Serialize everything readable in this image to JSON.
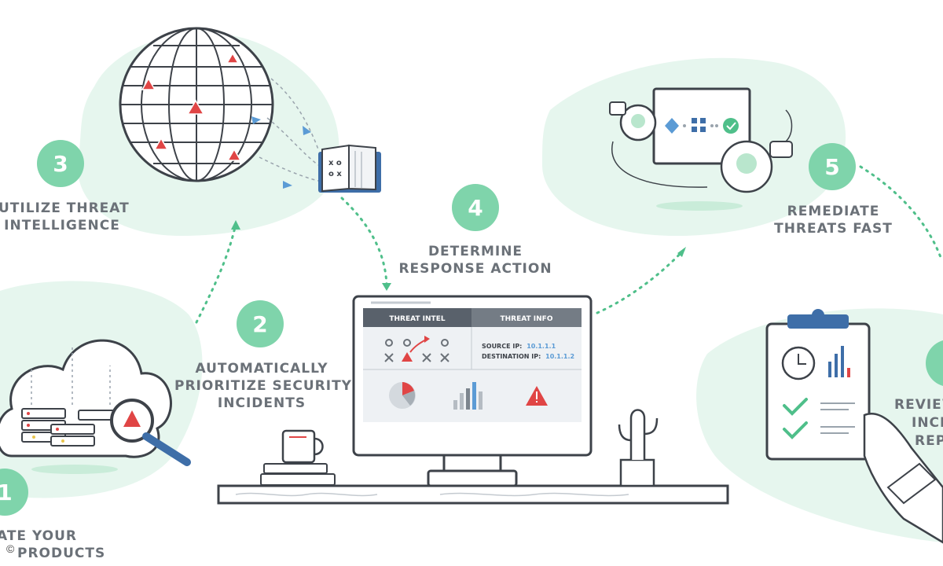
{
  "steps": [
    {
      "number": "1",
      "lines": [
        "ATE YOUR",
        "PRODUCTS"
      ]
    },
    {
      "number": "2",
      "lines": [
        "AUTOMATICALLY",
        "PRIORITIZE SECURITY",
        "INCIDENTS"
      ]
    },
    {
      "number": "3",
      "lines": [
        "UTILIZE THREAT",
        "INTELLIGENCE"
      ]
    },
    {
      "number": "4",
      "lines": [
        "DETERMINE",
        "RESPONSE ACTION"
      ]
    },
    {
      "number": "5",
      "lines": [
        "REMEDIATE",
        "THREATS FAST"
      ]
    },
    {
      "number": "",
      "lines": [
        "REVIEW",
        "INCI",
        "REP"
      ]
    }
  ],
  "monitor": {
    "tab_left": "THREAT INTEL",
    "tab_right": "THREAT INFO",
    "source_label": "SOURCE IP:",
    "source_value": "10.1.1.1",
    "dest_label": "DESTINATION IP:",
    "dest_value": "10.1.1.2"
  },
  "copyright": "©",
  "colors": {
    "accent_green": "#7fd4ab",
    "blob_green": "#e6f6ee",
    "alert_red": "#e04545",
    "info_blue": "#5b9bd5",
    "label_gray": "#6b7178"
  }
}
